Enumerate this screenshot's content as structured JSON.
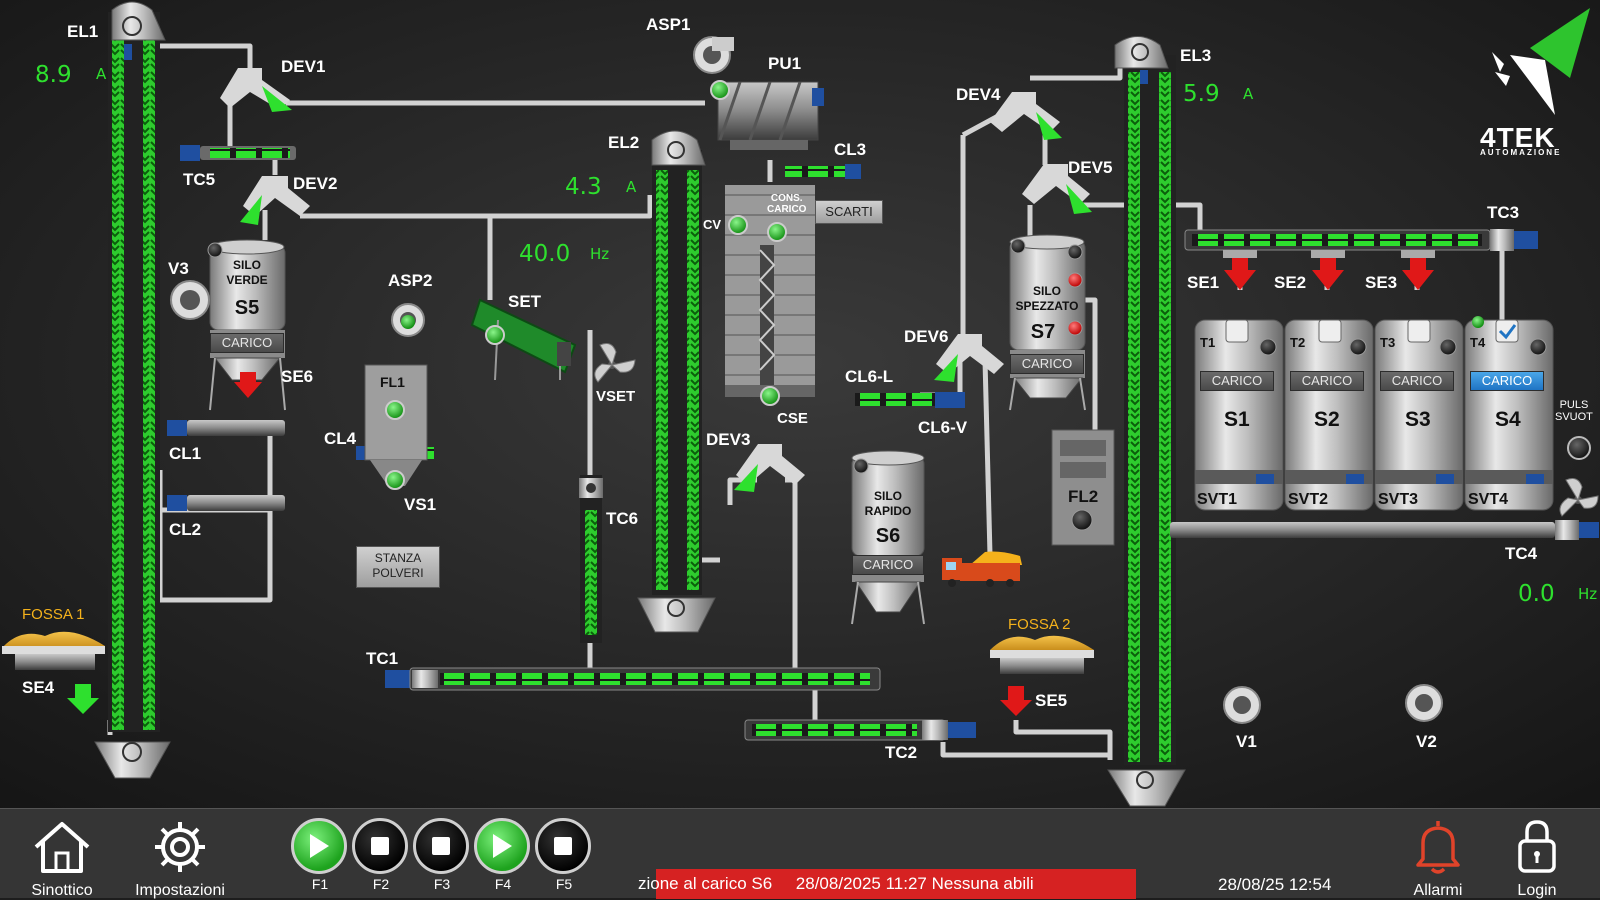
{
  "labels": {
    "EL1": "EL1",
    "EL2": "EL2",
    "EL3": "EL3",
    "DEV1": "DEV1",
    "DEV2": "DEV2",
    "DEV3": "DEV3",
    "DEV4": "DEV4",
    "DEV5": "DEV5",
    "DEV6": "DEV6",
    "TC1": "TC1",
    "TC2": "TC2",
    "TC3": "TC3",
    "TC4": "TC4",
    "TC5": "TC5",
    "TC6": "TC6",
    "CL1": "CL1",
    "CL2": "CL2",
    "CL3": "CL3",
    "CL4": "CL4",
    "CL6L": "CL6-L",
    "CL6V": "CL6-V",
    "ASP1": "ASP1",
    "ASP2": "ASP2",
    "PU1": "PU1",
    "SET": "SET",
    "VSET": "VSET",
    "FL1": "FL1",
    "FL2": "FL2",
    "VS1": "VS1",
    "V1": "V1",
    "V2": "V2",
    "V3": "V3",
    "SE1": "SE1",
    "SE2": "SE2",
    "SE3": "SE3",
    "SE4": "SE4",
    "SE5": "SE5",
    "SE6": "SE6",
    "CV": "CV",
    "CSE": "CSE",
    "cons_carico": "CONS.\nCARICO",
    "puls_svuot": "PULS\nSVUOT"
  },
  "fosse": {
    "fossa1": "FOSSA 1",
    "fossa2": "FOSSA 2"
  },
  "readings": {
    "el1": {
      "value": "8.9",
      "unit": "A"
    },
    "el2": {
      "value": "4.3",
      "unit": "A"
    },
    "set": {
      "value": "40.0",
      "unit": "Hz"
    },
    "el3": {
      "value": "5.9",
      "unit": "A"
    },
    "tc4": {
      "value": "0.0",
      "unit": "Hz"
    }
  },
  "silos": {
    "s5": {
      "line1": "SILO",
      "line2": "VERDE",
      "name": "S5",
      "button": "CARICO"
    },
    "s6": {
      "line1": "SILO",
      "line2": "RAPIDO",
      "name": "S6",
      "button": "CARICO"
    },
    "s7": {
      "line1": "SILO",
      "line2": "SPEZZATO",
      "name": "S7",
      "button": "CARICO"
    }
  },
  "tanks": [
    {
      "tag": "T1",
      "name": "S1",
      "button": "CARICO",
      "valve": "SVT1",
      "active": false
    },
    {
      "tag": "T2",
      "name": "S2",
      "button": "CARICO",
      "valve": "SVT2",
      "active": false
    },
    {
      "tag": "T3",
      "name": "S3",
      "button": "CARICO",
      "valve": "SVT3",
      "active": false
    },
    {
      "tag": "T4",
      "name": "S4",
      "button": "CARICO",
      "valve": "SVT4",
      "active": true
    }
  ],
  "boxes": {
    "scarti": "SCARTI",
    "stanza_polveri": "STANZA\nPOLVERI"
  },
  "logo": {
    "brand": "4TEK",
    "sub": "AUTOMAZIONE"
  },
  "bottom_bar": {
    "home": "Sinottico",
    "settings": "Impostazioni",
    "functions": [
      {
        "label": "F1",
        "state": "run"
      },
      {
        "label": "F2",
        "state": "stop"
      },
      {
        "label": "F3",
        "state": "stop"
      },
      {
        "label": "F4",
        "state": "run"
      },
      {
        "label": "F5",
        "state": "stop"
      }
    ],
    "alarm_ticker": "zione al carico S6     28/08/2025 11:27 Nessuna abili",
    "clock": "28/08/25 12:54",
    "alarms": "Allarmi",
    "login": "Login"
  },
  "colors": {
    "running": "#2ee02e",
    "alarm": "#d62222",
    "fossa": "#f5b21b",
    "background": "#1d1d1d"
  }
}
